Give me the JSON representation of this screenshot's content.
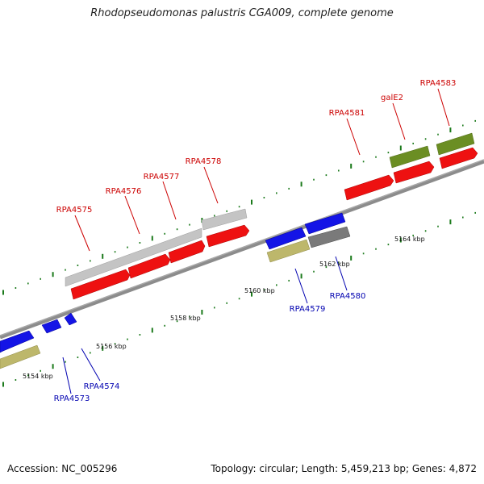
{
  "title": "Rhodopseudomonas palustris CGA009, complete genome",
  "accession": "Accession: NC_005296",
  "stats": "Topology: circular; Length: 5,459,213 bp; Genes: 4,872",
  "colors": {
    "backbone": "#8c8c8c",
    "forward_cds": "#ee1111",
    "reverse_cds": "#1414e6",
    "gray_track": "#c4c4c4",
    "dark_gray_track": "#7a7a7a",
    "olive_track": "#6b8e23",
    "khaki_track": "#bdb76b",
    "tick": "#1b7a1b",
    "label_forward": "#cc0000",
    "label_reverse": "#0000b0"
  },
  "scale_labels": [
    "5154 kbp",
    "5156 kbp",
    "5158 kbp",
    "5160 kbp",
    "5162 kbp",
    "5164 kbp"
  ],
  "forward_gene_labels": [
    "RPA4575",
    "RPA4576",
    "RPA4577",
    "RPA4578",
    "RPA4581",
    "galE2",
    "RPA4583"
  ],
  "reverse_gene_labels": [
    "RPA4573",
    "RPA4574",
    "RPA4579",
    "RPA4580"
  ]
}
